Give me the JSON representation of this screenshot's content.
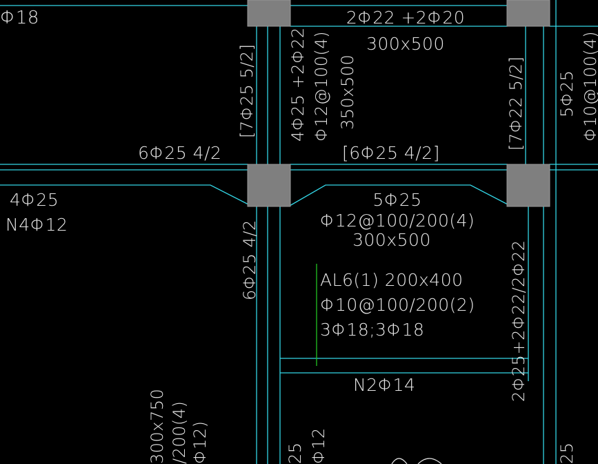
{
  "viewport": {
    "background": "#000000"
  },
  "colors": {
    "beam_line": "#33d6e6",
    "leader_line": "#22c422",
    "column_fill": "#7f7f7f",
    "text": "#e6e6e6"
  },
  "annotations": {
    "top_left_partial": "Φ18",
    "top_beam_reinf": "2Φ22 +2Φ20",
    "top_beam_size": "300x500",
    "left_support_bracket": "[7Φ25 5/2]",
    "vert_beam_reinf": "4Φ25 +2Φ22",
    "vert_beam_stirrup": "Φ12@100(4)",
    "vert_beam_size": "350x500",
    "right_support_bracket": "[7Φ22 5/2]",
    "far_right_reinf": "5Φ25",
    "far_right_stirrup": "Φ10@100(4)",
    "mid_left_bottom": "6Φ25 4/2",
    "mid_support_bracket": "[6Φ25 4/2]",
    "left_beam_reinf": "4Φ25",
    "left_beam_torsion": "N4Φ12",
    "mid_beam_reinf": "5Φ25",
    "mid_beam_stirrup": "Φ12@100/200(4)",
    "mid_beam_size": "300x500",
    "vert_left_bottom": "6Φ25 4/2",
    "al6_name": "AL6(1) 200x400",
    "al6_stirrup": "Φ10@100/200(2)",
    "al6_reinf": "3Φ18;3Φ18",
    "vert_right_reinf": "2Φ25+2Φ22/2Φ22",
    "torsion_bar": "N2Φ14",
    "lower_size": "300x750",
    "lower_stirrup": "/200(4)",
    "lower_extra": "Φ12)",
    "bottom_partial_1": "25",
    "bottom_partial_2": "Φ12",
    "bottom_partial_3": "25"
  }
}
